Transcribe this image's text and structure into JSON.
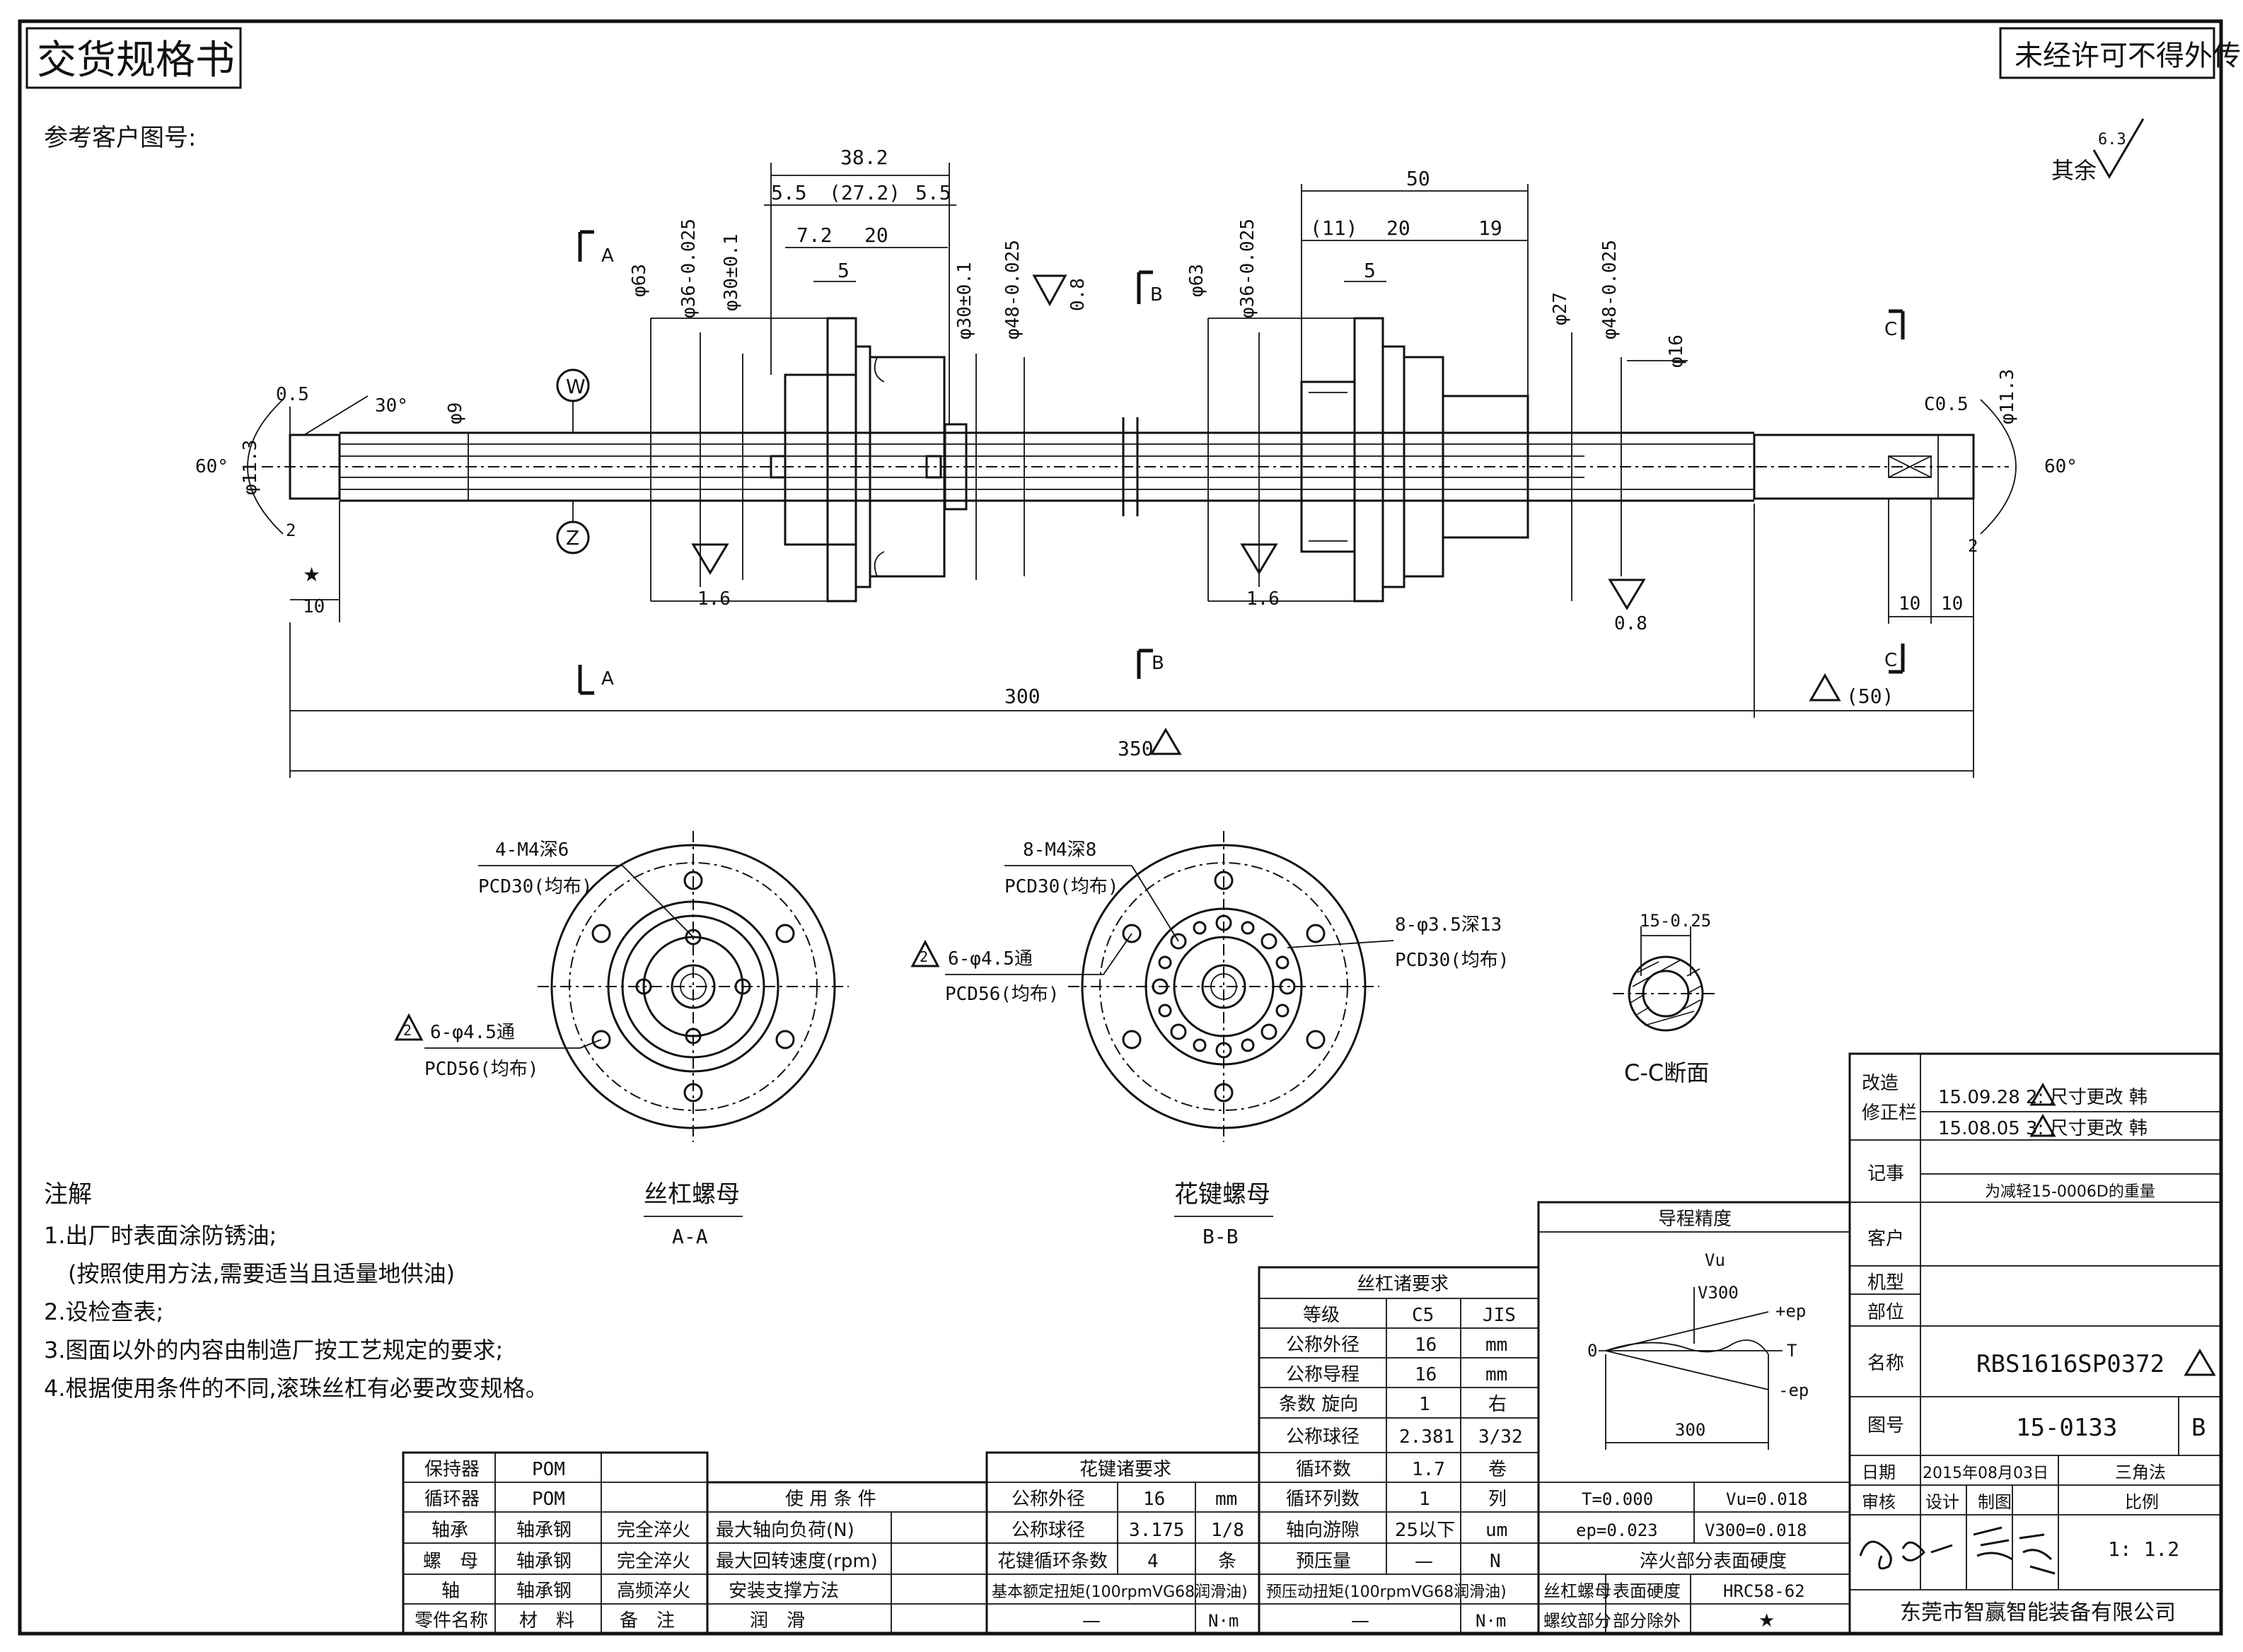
{
  "header": {
    "title": "交货规格书",
    "confidential": "未经许可不得外传",
    "reference": "参考客户图号:",
    "roughness_rest_label": "其余",
    "roughness_rest_value": "6.3"
  },
  "shaft": {
    "section_marks": [
      "A",
      "A",
      "B",
      "B",
      "C",
      "C"
    ],
    "circle_W": "W",
    "circle_Z": "Z",
    "dims": {
      "d_38_2": "38.2",
      "d_5_5_l": "5.5",
      "d_27_2": "(27.2)",
      "d_5_5_r": "5.5",
      "d_7_2": "7.2",
      "d_20_a": "20",
      "d_5_a": "5",
      "d_phi63_a": "φ63",
      "d_phi36_a": "φ36-0.025",
      "d_phi30_a": "φ30±0.1",
      "d_phi30_b": "φ30±0.1",
      "d_phi48_a": "φ48-0.025",
      "d_0_8_a": "0.8",
      "d_50": "50",
      "d_11": "(11)",
      "d_20_b": "20",
      "d_19": "19",
      "d_5_b": "5",
      "d_phi63_b": "φ63",
      "d_phi36_b": "φ36-0.025",
      "d_phi27": "φ27",
      "d_phi48_b": "φ48-0.025",
      "d_phi16": "φ16",
      "d_0_5": "0.5",
      "d_30deg": "30°",
      "d_phi9": "φ9",
      "d_phi11_3_l": "φ11.3",
      "d_60_l": "60°",
      "d_2_l": "2",
      "d_star": "★",
      "d_10_l": "10",
      "d_1_6_a": "1.6",
      "d_1_6_b": "1.6",
      "d_0_8_b": "0.8",
      "d_c0_5": "C0.5",
      "d_phi11_3_r": "φ11.3",
      "d_60_r": "60°",
      "d_2_r": "2",
      "d_10_r1": "10",
      "d_10_r2": "10",
      "d_300": "300",
      "d_50_paren": "(50)",
      "d_350": "350"
    }
  },
  "views": {
    "aa": {
      "callout1": "4-M4深6",
      "callout1b": "PCD30(均布)",
      "callout2": "6-φ4.5通",
      "callout2b": "PCD56(均布)",
      "title": "丝杠螺母",
      "section": "A-A"
    },
    "bb": {
      "callout1": "8-M4深8",
      "callout1b": "PCD30(均布)",
      "callout2": "6-φ4.5通",
      "callout2b": "PCD56(均布)",
      "callout3": "8-φ3.5深13",
      "callout3b": "PCD30(均布)",
      "title": "花键螺母",
      "section": "B-B"
    },
    "cc": {
      "dim": "15-0.25",
      "title": "C-C断面"
    },
    "rev_tags": [
      "2",
      "2",
      "2",
      "3"
    ]
  },
  "notes": {
    "heading": "注解",
    "lines": [
      "1.出厂时表面涂防锈油;",
      "(按照使用方法,需要适当且适量地供油)",
      "2.设检查表;",
      "3.图面以外的内容由制造厂按工艺规定的要求;",
      "4.根据使用条件的不同,滚珠丝杠有必要改变规格。"
    ]
  },
  "parts_table": {
    "rows": [
      [
        "保持器",
        "POM",
        ""
      ],
      [
        "循环器",
        "POM",
        ""
      ],
      [
        "轴承",
        "轴承钢",
        "完全淬火"
      ],
      [
        "螺　母",
        "轴承钢",
        "完全淬火"
      ],
      [
        "轴",
        "轴承钢",
        "高频淬火"
      ],
      [
        "零件名称",
        "材　料",
        "备　注"
      ]
    ],
    "usage_header": "使 用 条 件",
    "usage_rows": [
      "最大轴向负荷(N)",
      "最大回转速度(rpm)",
      "安装支撑方法",
      "润　滑"
    ]
  },
  "spline_table": {
    "header": "花键诸要求",
    "rows": [
      [
        "公称外径",
        "16",
        "mm"
      ],
      [
        "公称球径",
        "3.175",
        "1/8"
      ],
      [
        "花键循环条数",
        "4",
        "条"
      ]
    ],
    "torque_label": "基本额定扭矩(100rpmVG68润滑油)",
    "torque_value": "—",
    "torque_unit": "N·m"
  },
  "screw_table": {
    "header": "丝杠诸要求",
    "rows": [
      [
        "等级",
        "C5",
        "JIS"
      ],
      [
        "公称外径",
        "16",
        "mm"
      ],
      [
        "公称导程",
        "16",
        "mm"
      ],
      [
        "条数 旋向",
        "1",
        "右"
      ],
      [
        "公称球径",
        "2.381",
        "3/32"
      ],
      [
        "循环数",
        "1.7",
        "卷"
      ],
      [
        "循环列数",
        "1",
        "列"
      ],
      [
        "轴向游隙",
        "25以下",
        "um"
      ],
      [
        "预压量",
        "—",
        "N"
      ]
    ],
    "torque_label": "预压动扭矩(100rpmVG68润滑油)",
    "torque_value": "—",
    "torque_unit": "N·m"
  },
  "lead_table": {
    "header": "导程精度",
    "graph": {
      "vu": "Vu",
      "v300": "V300",
      "plus_ep": "+ep",
      "t": "T",
      "minus_ep": "-ep",
      "zero": "0",
      "len": "300"
    },
    "values": [
      [
        "T=0.000",
        "Vu=0.018"
      ],
      [
        "ep=0.023",
        "V300=0.018"
      ]
    ],
    "hardness_header": "淬火部分表面硬度",
    "hardness_rows": [
      [
        "丝杠螺母",
        "表面硬度",
        "HRC58-62"
      ],
      [
        "螺纹部分",
        "部分除外",
        "★"
      ]
    ]
  },
  "title_block": {
    "rev_label": "改造修正栏",
    "rev_rows": [
      "15.09.28 2: 尺寸更改 韩",
      "15.08.05 3: 尺寸更改 韩"
    ],
    "note_label": "记事",
    "note_value": "为减轻15-0006D的重量",
    "customer_label": "客户",
    "model_label": "机型",
    "position_label": "部位",
    "name_label": "名称",
    "name_value": "RBS1616SP0372",
    "drawing_no_label": "图号",
    "drawing_no_value": "15-0133",
    "drawing_rev": "B",
    "date_label": "日期",
    "date_value": "2015年08月03日",
    "method": "三角法",
    "review_label": "审核",
    "design_label": "设计",
    "draw_label": "制图",
    "scale_label": "比例",
    "scale_value": "1: 1.2",
    "company": "东莞市智赢智能装备有限公司"
  }
}
